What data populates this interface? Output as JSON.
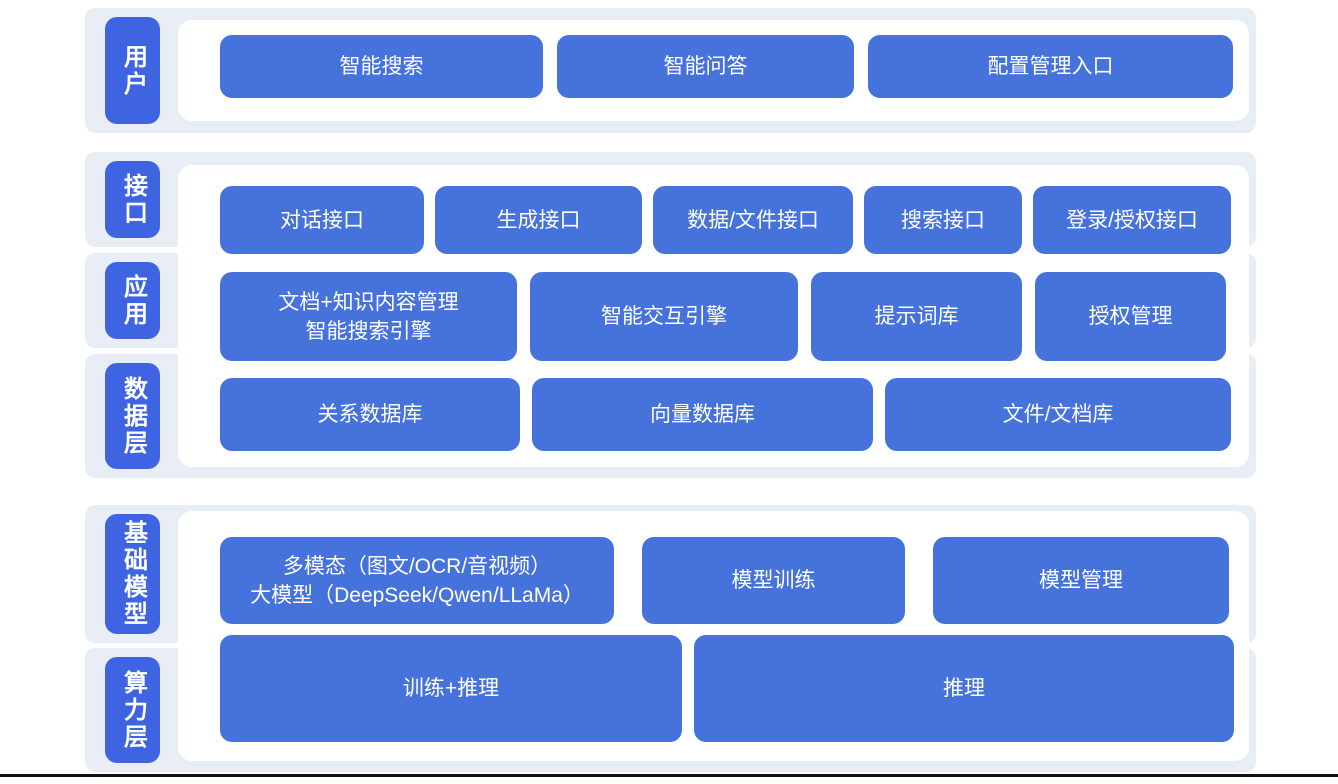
{
  "colors": {
    "accent": "#4673DB",
    "label_blue": "#3E64E2",
    "strip_bg": "#E9EEF6",
    "panel_bg": "#FFFFFF",
    "text_on_blue": "#FFFFFF",
    "bottom_line": "#101010"
  },
  "diagram_title": "AI platform architecture diagram",
  "sections": [
    {
      "name": "user-layer",
      "layers": [
        {
          "name": "user",
          "label": "用户"
        }
      ],
      "rows": [
        {
          "buttons": [
            {
              "name": "smart-search",
              "label": "智能搜索"
            },
            {
              "name": "smart-qa",
              "label": "智能问答"
            },
            {
              "name": "config-management-entry",
              "label": "配置管理入口"
            }
          ]
        }
      ]
    },
    {
      "name": "interface-application-data",
      "layers": [
        {
          "name": "interface",
          "label": "接口"
        },
        {
          "name": "application",
          "label": "应用"
        },
        {
          "name": "data-layer",
          "label": "数据层"
        }
      ],
      "rows": [
        {
          "buttons": [
            {
              "name": "dialog-api",
              "label": "对话接口"
            },
            {
              "name": "generation-api",
              "label": "生成接口"
            },
            {
              "name": "data-file-api",
              "label": "数据/文件接口"
            },
            {
              "name": "search-api",
              "label": "搜索接口"
            },
            {
              "name": "login-auth-api",
              "label": "登录/授权接口"
            }
          ]
        },
        {
          "buttons": [
            {
              "name": "doc-knowledge-search-engine",
              "label": "文档+知识内容管理\n智能搜索引擎"
            },
            {
              "name": "intelligent-interaction-engine",
              "label": "智能交互引擎"
            },
            {
              "name": "prompt-library",
              "label": "提示词库"
            },
            {
              "name": "authorization-management",
              "label": "授权管理"
            }
          ]
        },
        {
          "buttons": [
            {
              "name": "relational-database",
              "label": "关系数据库"
            },
            {
              "name": "vector-database",
              "label": "向量数据库"
            },
            {
              "name": "file-document-store",
              "label": "文件/文档库"
            }
          ]
        }
      ]
    },
    {
      "name": "foundation-model-compute",
      "layers": [
        {
          "name": "foundation-model",
          "label": "基础模型"
        },
        {
          "name": "compute-layer",
          "label": "算力层"
        }
      ],
      "rows": [
        {
          "buttons": [
            {
              "name": "multimodal-large-model",
              "label": "多模态（图文/OCR/音视频）\n大模型（DeepSeek/Qwen/LLaMa）"
            },
            {
              "name": "model-training",
              "label": "模型训练"
            },
            {
              "name": "model-management",
              "label": "模型管理"
            }
          ]
        },
        {
          "buttons": [
            {
              "name": "training-plus-inference",
              "label": "训练+推理"
            },
            {
              "name": "inference",
              "label": "推理"
            }
          ]
        }
      ]
    }
  ]
}
